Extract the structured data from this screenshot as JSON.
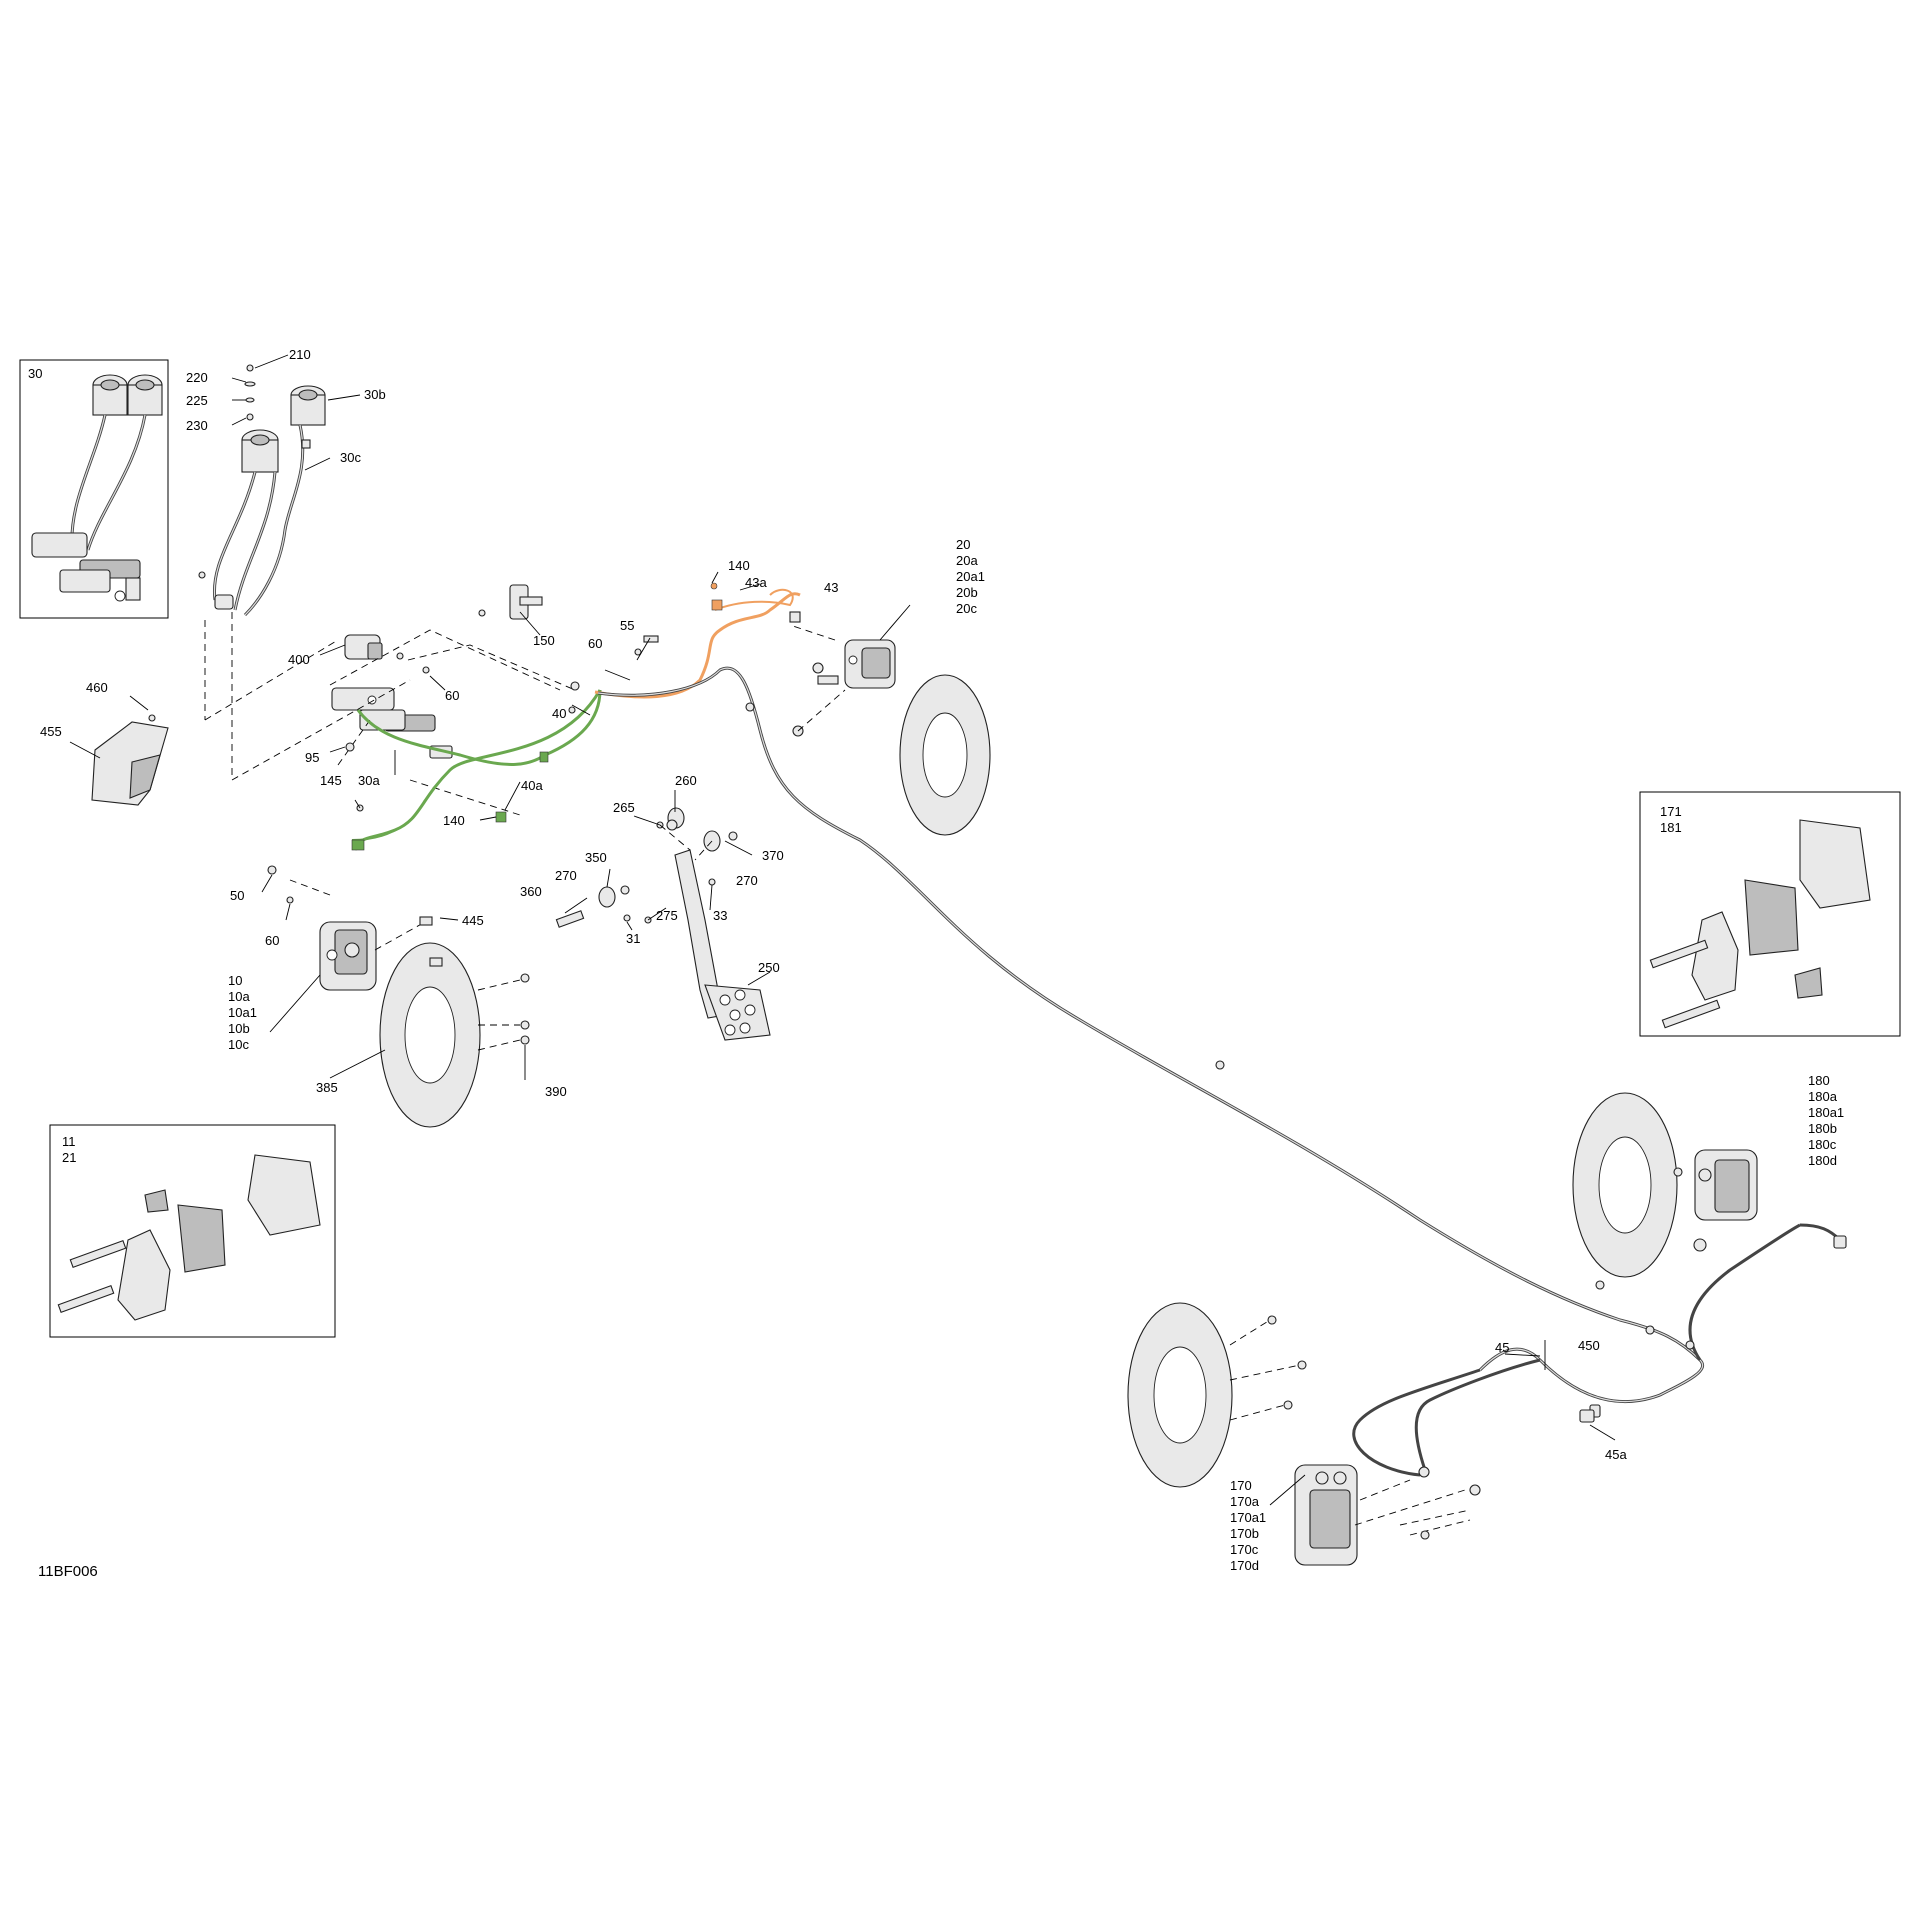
{
  "diagram_id": "11BF006",
  "colors": {
    "line_green": "#6aa84f",
    "line_orange": "#f0a060",
    "ink": "#000000"
  },
  "inset_top_left": {
    "label": "30"
  },
  "inset_pads_left": {
    "labels": [
      "11",
      "21"
    ]
  },
  "inset_pads_right": {
    "labels": [
      "171",
      "181"
    ]
  },
  "labels": {
    "l210": "210",
    "l220": "220",
    "l225": "225",
    "l230": "230",
    "l30b": "30b",
    "l30c": "30c",
    "l150": "150",
    "l400": "400",
    "l60a": "60",
    "l60b": "60",
    "l55": "55",
    "l40": "40",
    "l95": "95",
    "l30a": "30a",
    "l145": "145",
    "l40a": "40a",
    "l140a": "140",
    "l140b": "140",
    "l43a": "43a",
    "l43": "43",
    "l460": "460",
    "l455": "455",
    "l260": "260",
    "l265": "265",
    "l370": "370",
    "l350": "350",
    "l270a": "270",
    "l270b": "270",
    "l360": "360",
    "l33": "33",
    "l275": "275",
    "l31": "31",
    "l250": "250",
    "l50": "50",
    "l60c": "60",
    "l445": "445",
    "l385": "385",
    "l390": "390",
    "l45": "45",
    "l450": "450",
    "l45a": "45a"
  },
  "callout_groups": {
    "front_left": [
      "10",
      "10a",
      "10a1",
      "10b",
      "10c"
    ],
    "front_right": [
      "20",
      "20a",
      "20a1",
      "20b",
      "20c"
    ],
    "rear_right": [
      "180",
      "180a",
      "180a1",
      "180b",
      "180c",
      "180d"
    ],
    "rear_left": [
      "170",
      "170a",
      "170a1",
      "170b",
      "170c",
      "170d"
    ]
  }
}
